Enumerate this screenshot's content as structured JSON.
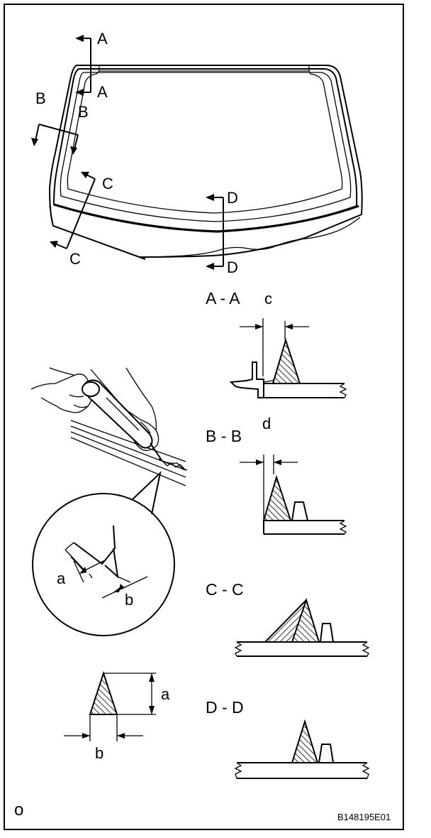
{
  "windshield_labels": {
    "a_top": "A",
    "a_bottom": "A",
    "b_top": "B",
    "b_bottom": "B",
    "c_top": "C",
    "c_bottom": "C",
    "d_top": "D",
    "d_bottom": "D"
  },
  "sections": {
    "aa": "A - A",
    "bb": "B - B",
    "cc": "C - C",
    "dd": "D - D"
  },
  "dimensions": {
    "c": "c",
    "d": "d",
    "a_nozzle": "a",
    "b_nozzle": "b",
    "a_bead": "a",
    "b_bead": "b"
  },
  "corner_mark": "o",
  "figure_code": "B148195E01"
}
